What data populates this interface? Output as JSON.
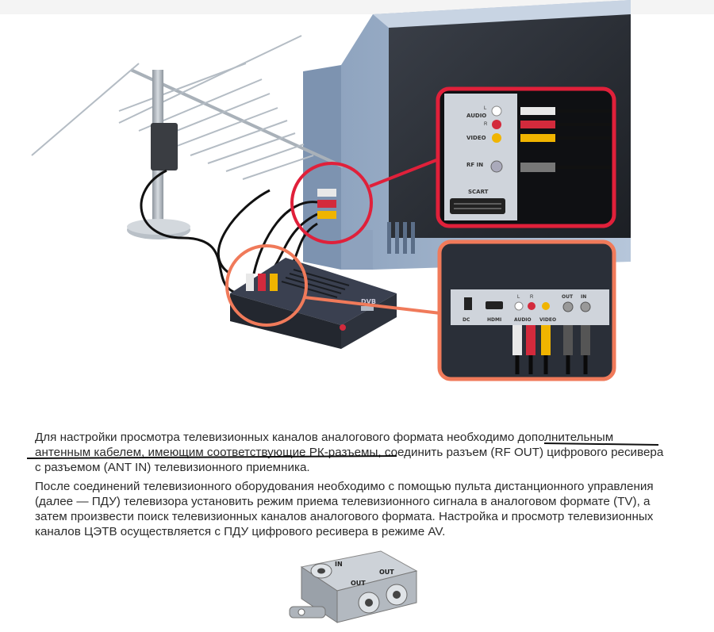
{
  "illustration": {
    "tv_panel": {
      "audio": "AUDIO",
      "audio_l": "L",
      "audio_r": "R",
      "video": "VIDEO",
      "rf_in": "RF IN",
      "scart": "SCART"
    },
    "receiver_panel": {
      "dc": "DC",
      "hdmi": "HDMI",
      "audio": "AUDIO",
      "video": "VIDEO",
      "l": "L",
      "r": "R",
      "out": "OUT",
      "in": "IN"
    },
    "receiver_badge": "DVB"
  },
  "paragraph1": {
    "part1": "Для настройки просмотра телевизионных каналов аналогового формата необходимо ",
    "link": "дополнительным антенным кабелем, имеющим соответствующие РК-разъемы",
    "part2": ", соединить разъем (RF OUT) цифрового ресивера с разъемом (ANT IN) телевизионного приемника."
  },
  "paragraph2": "После соединений телевизионного оборудования необходимо с помощью пульта дистанционного управления (далее — ПДУ) телевизора установить режим приема телевизионного сигнала в аналоговом формате (TV), а затем произвести поиск телевизионных каналов аналогового формата. Настройка и просмотр телевизионных каналов ЦЭТВ осуществляется с ПДУ цифрового ресивера в режиме AV.",
  "splitter": {
    "in": "IN",
    "out1": "OUT",
    "out2": "OUT"
  },
  "colors": {
    "highlight_red": "#e0203a",
    "highlight_orange": "#f07a5a",
    "tv_blue": "#9fb3cc",
    "receiver_dark": "#2a2f38",
    "text": "#2b2b2b"
  }
}
